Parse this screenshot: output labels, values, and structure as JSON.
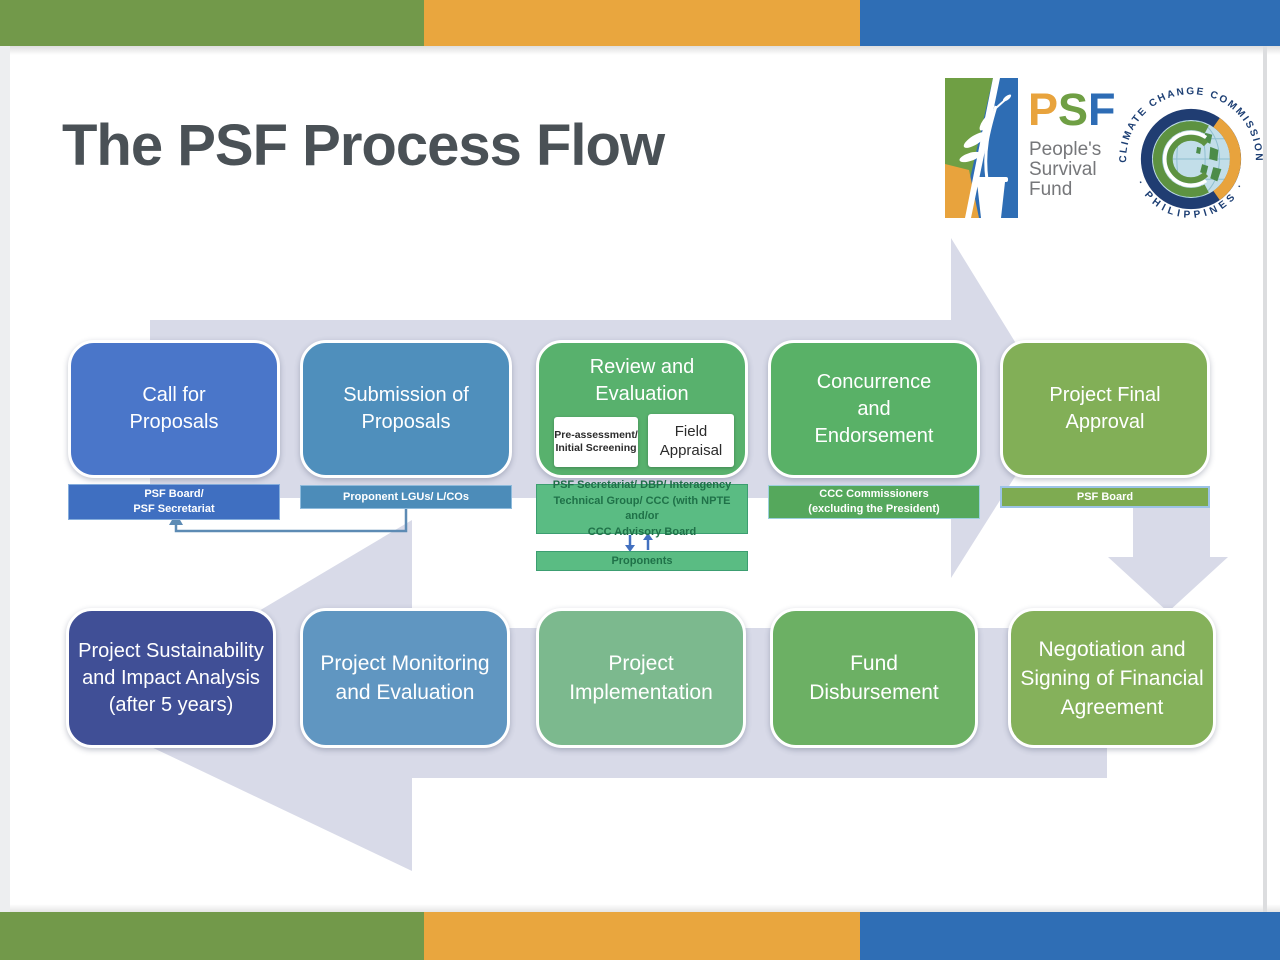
{
  "title": "The PSF Process Flow",
  "logos": {
    "psf": {
      "p": "P",
      "s": "S",
      "f": "F",
      "name": "People's\nSurvival\nFund"
    },
    "ccc": {
      "arc_top": "CLIMATE CHANGE COMMISSION",
      "arc_bottom": "· PHILIPPINES ·"
    }
  },
  "flow": {
    "top_row": [
      {
        "label": "Call for\nProposals",
        "sub": "PSF Board/\nPSF Secretariat"
      },
      {
        "label": "Submission of\nProposals",
        "sub": "Proponent LGUs/ L/COs"
      },
      {
        "label": "Review and\nEvaluation",
        "sub": "PSF Secretariat/ DBP/ Interagency\nTechnical Group/ CCC (with NPTE and/or\nCCC Advisory Board",
        "sub2": "Proponents",
        "inner": [
          {
            "label": "Pre-assessment/\nInitial Screening"
          },
          {
            "label": "Field\nAppraisal"
          }
        ]
      },
      {
        "label": "Concurrence\nand\nEndorsement",
        "sub": "CCC Commissioners\n(excluding the President)"
      },
      {
        "label": "Project Final\nApproval",
        "sub": "PSF Board"
      }
    ],
    "bottom_row": [
      {
        "label": "Project Sustainability\nand Impact Analysis\n(after 5 years)"
      },
      {
        "label": "Project Monitoring\nand Evaluation"
      },
      {
        "label": "Project\nImplementation"
      },
      {
        "label": "Fund\nDisbursement"
      },
      {
        "label": "Negotiation and\nSigning of Financial\nAgreement"
      }
    ]
  },
  "palette": {
    "header_green": "#72994A",
    "header_orange": "#E9A63E",
    "header_blue": "#2F6EB5",
    "title_gray": "#4A5156",
    "arrow_lavender": "#D8DAE8",
    "connector_blue": "#5D8BB4",
    "box_blue": "#4A76C9",
    "box_steel": "#4F8FBC",
    "box_green": "#59B167",
    "box_olive": "#82AF57",
    "box_indigo": "#404F96",
    "bar_emerald": "#5ABC83",
    "psf_orange": "#E8A33D",
    "psf_green": "#6F9F44",
    "psf_blue": "#2D6CB5",
    "ccc_navy": "#203D72"
  }
}
